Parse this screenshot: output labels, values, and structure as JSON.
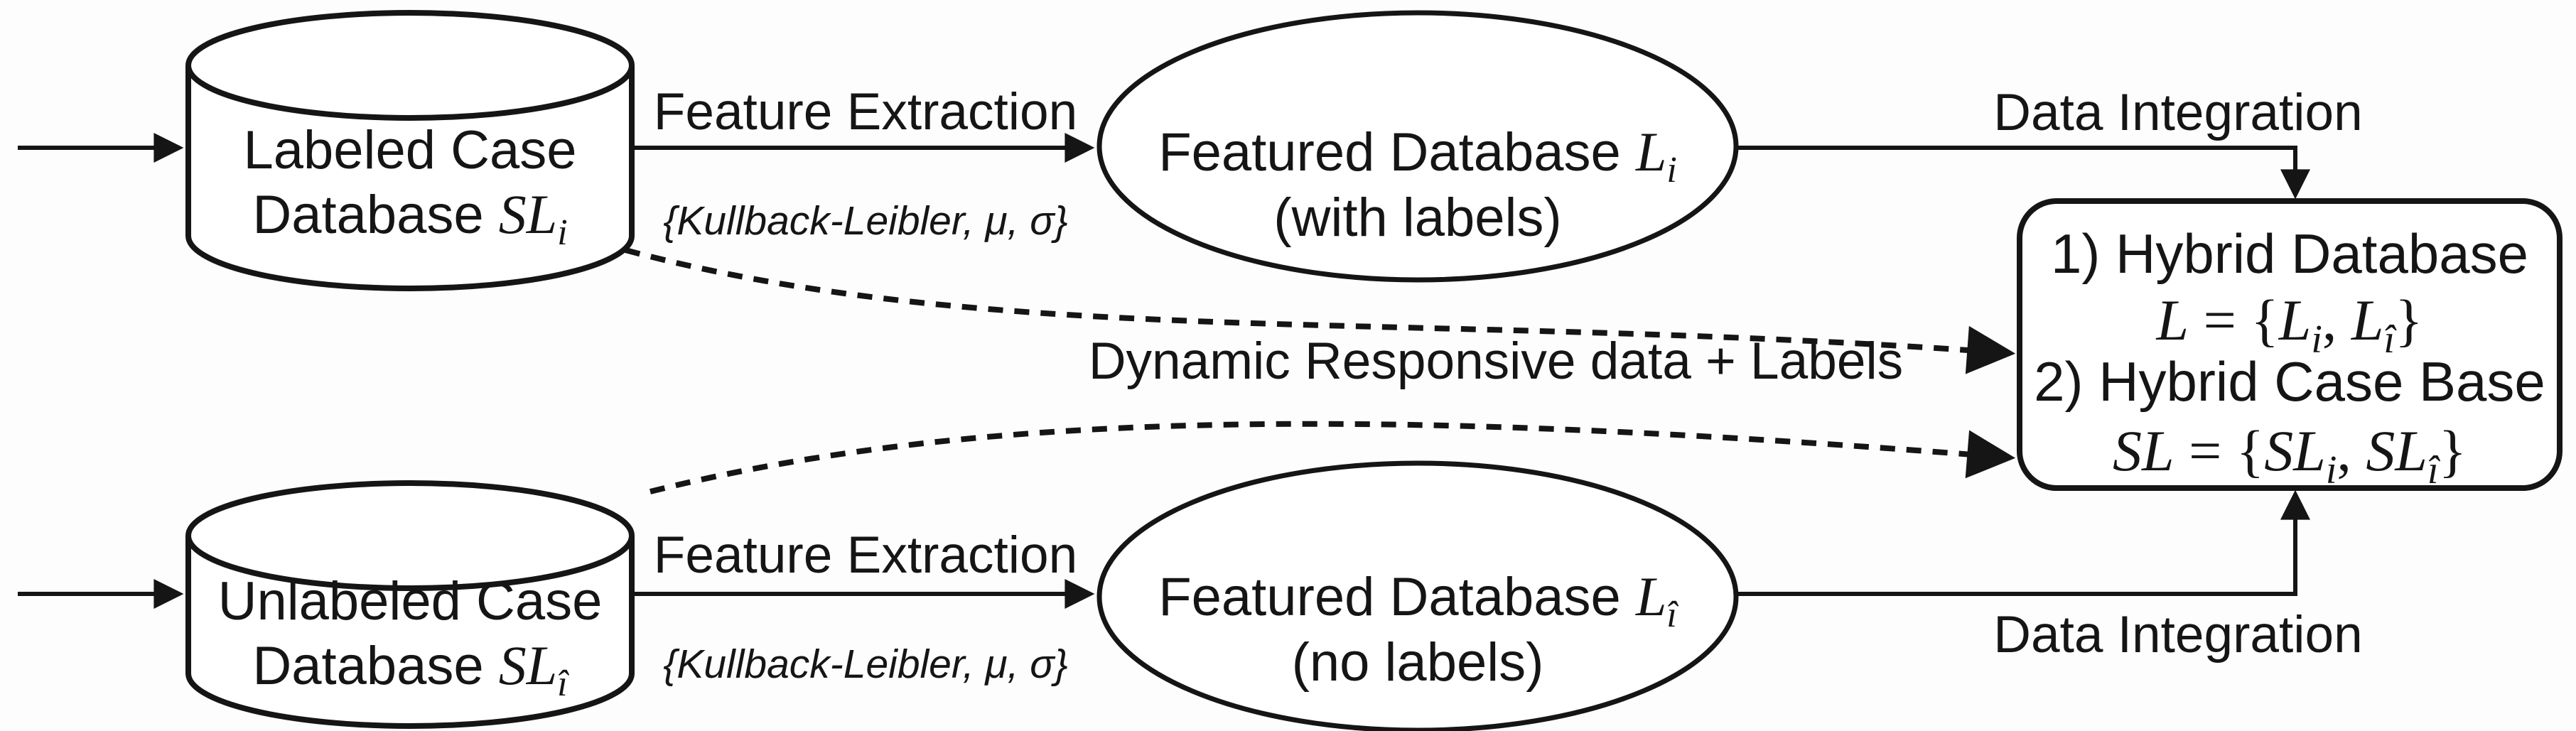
{
  "diagram": {
    "colors": {
      "ink": "#151515",
      "background": "#fdfdfd"
    },
    "nodes": {
      "labeled_db": {
        "line1": "Labeled Case",
        "line2_text": "Database ",
        "line2_math": "SL",
        "line2_sub": "i"
      },
      "unlabeled_db": {
        "line1": "Unlabeled Case",
        "line2_text": "Database ",
        "line2_math": "SL",
        "line2_sub": "î"
      },
      "featured_labeled": {
        "line1_text": "Featured Database ",
        "line1_math": "L",
        "line1_sub": "i",
        "line2": "(with labels)"
      },
      "featured_unlabeled": {
        "line1_text": "Featured Database ",
        "line1_math": "L",
        "line1_sub": "î",
        "line2": "(no labels)"
      },
      "hybrid": {
        "item1": "1) Hybrid Database",
        "f1_lhs": "L",
        "f1_eq": " = {",
        "f1_a": "L",
        "f1_a_sub": "i",
        "f1_comma": ", ",
        "f1_b": "L",
        "f1_b_sub": "î",
        "f1_close": "}",
        "item2": "2) Hybrid Case Base",
        "f2_lhs": "SL",
        "f2_eq": " = {",
        "f2_a": "SL",
        "f2_a_sub": "i",
        "f2_comma": ", ",
        "f2_b": "SL",
        "f2_b_sub": "î",
        "f2_close": "}"
      }
    },
    "edges": {
      "feature_extraction_top": "Feature Extraction",
      "kl_params_top": "{Kullback-Leibler, μ, σ}",
      "feature_extraction_bottom": "Feature Extraction",
      "kl_params_bottom": "{Kullback-Leibler, μ, σ}",
      "data_integration_top": "Data Integration",
      "data_integration_bottom": "Data Integration",
      "dynamic_responsive": "Dynamic Responsive data + Labels"
    }
  }
}
